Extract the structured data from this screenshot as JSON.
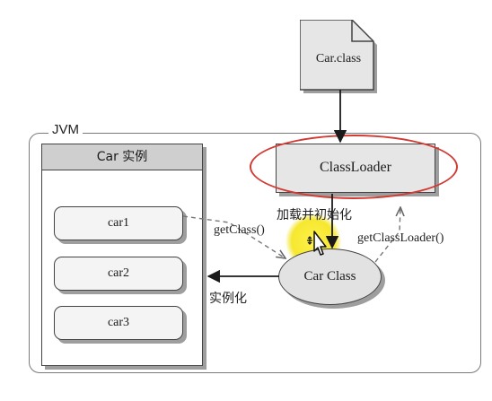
{
  "diagram": {
    "file_node": {
      "label": "Car.class"
    },
    "jvm": {
      "label": "JVM"
    },
    "classloader": {
      "label": "ClassLoader"
    },
    "instances_panel": {
      "title": "Car 实例",
      "items": [
        "car1",
        "car2",
        "car3"
      ]
    },
    "car_class": {
      "label": "Car Class"
    },
    "edges": {
      "load_init": "加载并初始化",
      "get_class": "getClass()",
      "get_classloader": "getClassLoader()",
      "instantiate": "实例化"
    },
    "colors": {
      "highlight_ring": "#d23a33",
      "node_fill": "#e6e6e6",
      "panel_header": "#cfcfcf",
      "cursor_highlight": "#f6e730"
    },
    "icons": {
      "cursor": "move-cursor-icon"
    }
  }
}
